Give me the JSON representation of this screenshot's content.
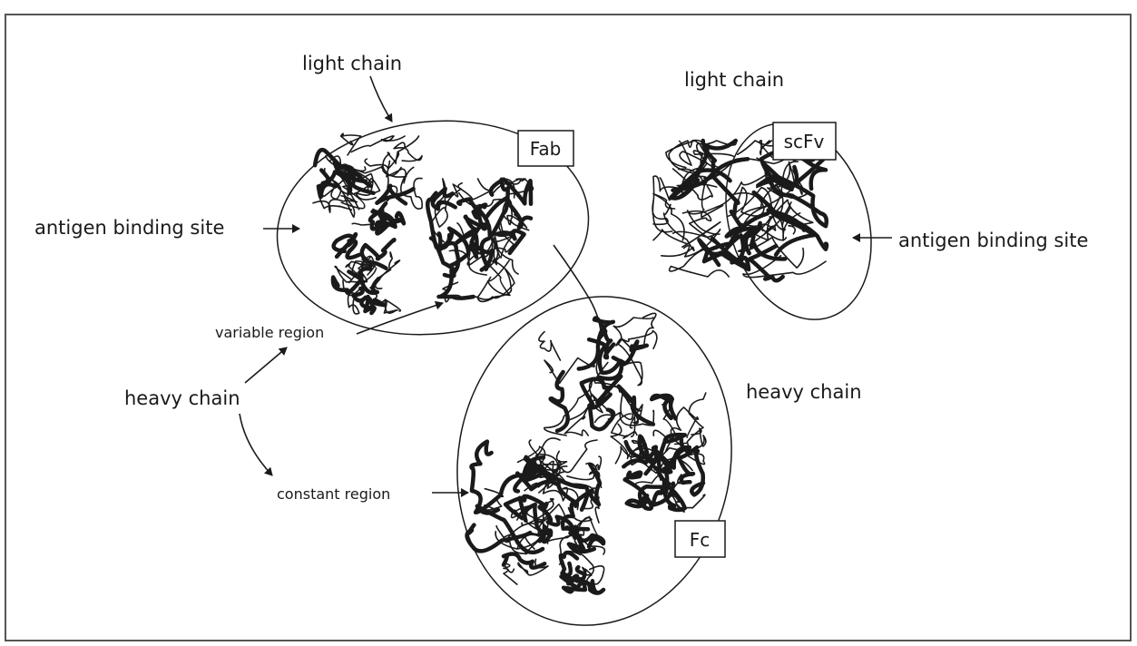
{
  "labels": {
    "light_chain_left": "light chain",
    "light_chain_right": "light chain",
    "antigen_site_left": "antigen binding site",
    "antigen_site_right": "antigen binding site",
    "variable_region": "variable region",
    "heavy_chain_left": "heavy chain",
    "heavy_chain_right": "heavy chain",
    "constant_region": "constant region"
  },
  "boxes": {
    "fab": "Fab",
    "scfv": "scFv",
    "fc": "Fc"
  },
  "colors": {
    "ink": "#1a1a1a",
    "frame": "#555555",
    "background": "#ffffff"
  }
}
